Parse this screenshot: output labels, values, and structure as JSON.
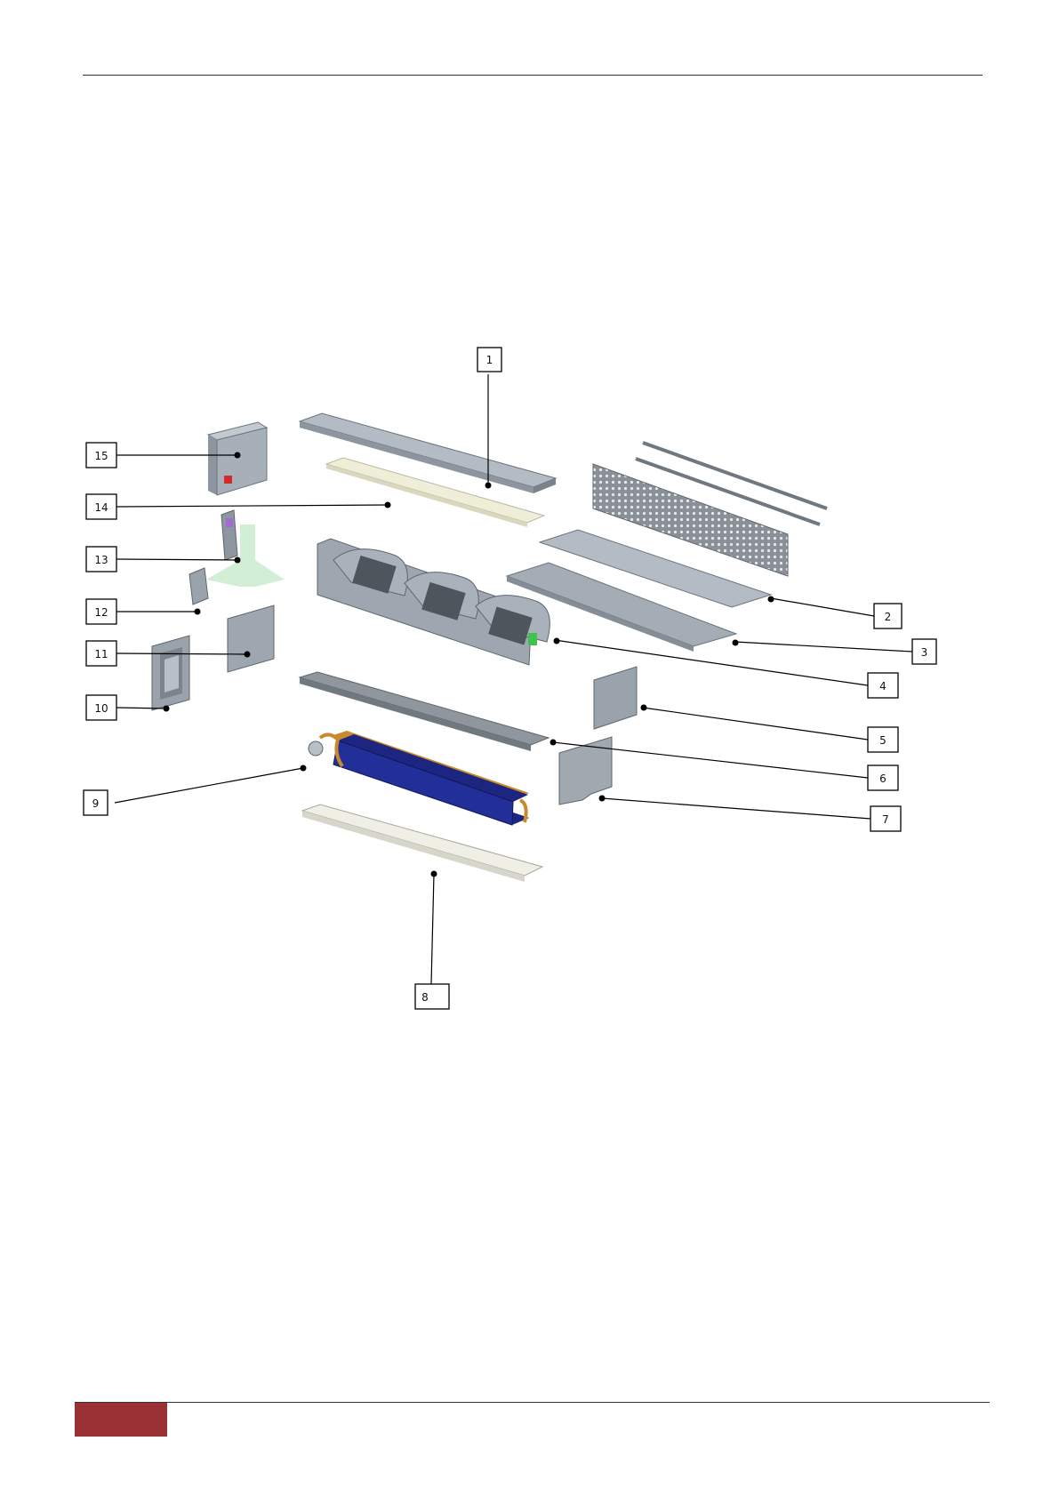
{
  "callouts": [
    {
      "id": "1",
      "label": "1"
    },
    {
      "id": "2",
      "label": "2"
    },
    {
      "id": "3",
      "label": "3"
    },
    {
      "id": "4",
      "label": "4"
    },
    {
      "id": "5",
      "label": "5"
    },
    {
      "id": "6",
      "label": "6"
    },
    {
      "id": "7",
      "label": "7"
    },
    {
      "id": "8",
      "label": "8"
    },
    {
      "id": "9",
      "label": "9"
    },
    {
      "id": "10",
      "label": "10"
    },
    {
      "id": "11",
      "label": "11"
    },
    {
      "id": "12",
      "label": "12"
    },
    {
      "id": "13",
      "label": "13"
    },
    {
      "id": "14",
      "label": "14"
    },
    {
      "id": "15",
      "label": "15"
    }
  ],
  "colors": {
    "footer_block": "#9b3134",
    "panel_grey": "#a4adb6",
    "coil_blue": "#1c2680",
    "copper": "#c98a2a",
    "tray_white": "#efefe6",
    "filter_cream": "#efeed9",
    "mesh_grey": "#8a9097",
    "ghost_green": "#cdeccf"
  }
}
